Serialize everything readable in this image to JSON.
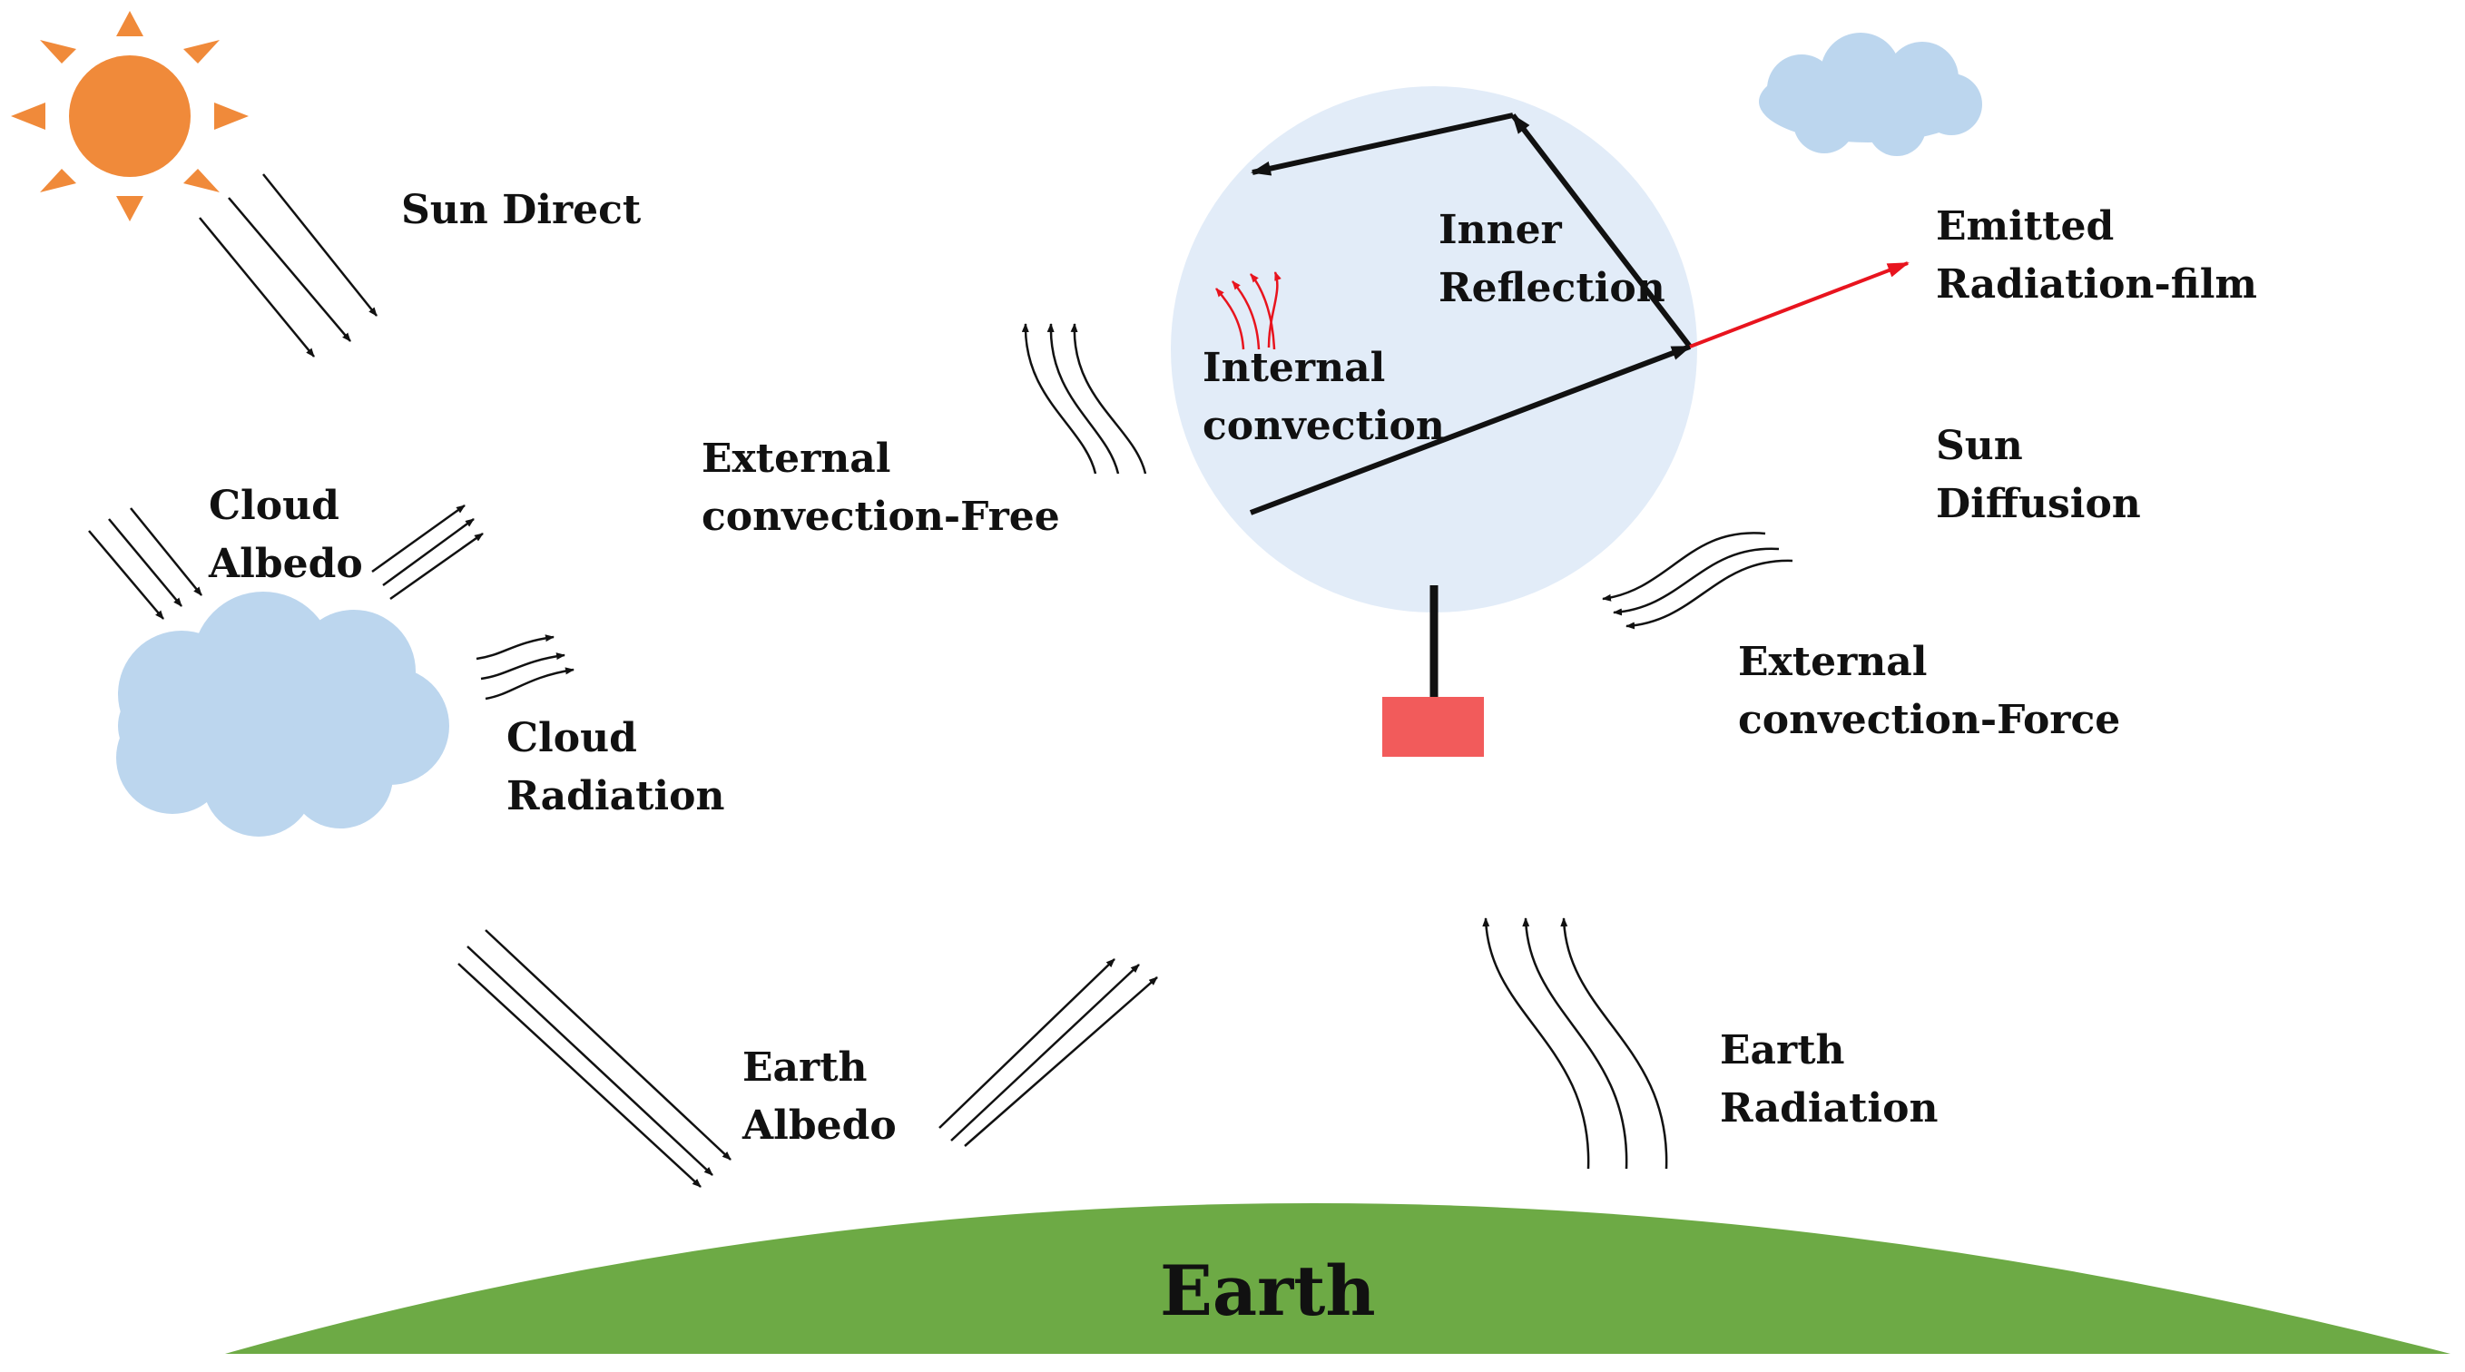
{
  "colors": {
    "sun": "#f08a3a",
    "cloud": "#bcd6ee",
    "balloon": "#e2ecf8",
    "earth": "#6daa45",
    "payload": "#f25b5b",
    "emitted_arrow": "#e8141e",
    "internal_convection": "#e8141e",
    "ink": "#111111"
  },
  "icons": [
    "sun-icon",
    "cloud-icon",
    "balloon-sphere",
    "payload-box"
  ],
  "labels": {
    "sun_direct": "Sun Direct",
    "cloud_albedo": [
      "Cloud",
      "Albedo"
    ],
    "cloud_radiation": [
      "Cloud",
      "Radiation"
    ],
    "external_free": [
      "External",
      "convection-Free"
    ],
    "internal_convection": [
      "Internal",
      "convection"
    ],
    "inner_reflection": [
      "Inner",
      "Reflection"
    ],
    "emitted_radiation": [
      "Emitted",
      "Radiation-film"
    ],
    "sun_diffusion": [
      "Sun",
      "Diffusion"
    ],
    "external_force": [
      "External",
      "convection-Force"
    ],
    "earth_albedo": [
      "Earth",
      "Albedo"
    ],
    "earth_radiation": [
      "Earth",
      "Radiation"
    ],
    "earth": "Earth"
  }
}
